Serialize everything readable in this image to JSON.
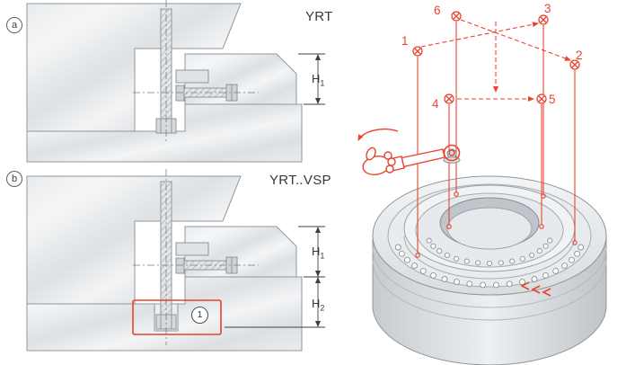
{
  "colors": {
    "accent_red": "#e8432e",
    "outline_gray": "#8f969c",
    "text_dark": "#3a3f45",
    "metal_light": "#f2f4f5",
    "metal_mid": "#dde1e4"
  },
  "panel_a": {
    "label": "a",
    "series_label": "YRT",
    "dim_h1_base": "H",
    "dim_h1_sub": "1"
  },
  "panel_b": {
    "label": "b",
    "series_label": "YRT..VSP",
    "dim_h1_base": "H",
    "dim_h1_sub": "1",
    "dim_h2_base": "H",
    "dim_h2_sub": "2",
    "callout_label": "1"
  },
  "tightening_sequence": {
    "point_1": "1",
    "point_2": "2",
    "point_3": "3",
    "point_4": "4",
    "point_5": "5",
    "point_6": "6"
  }
}
